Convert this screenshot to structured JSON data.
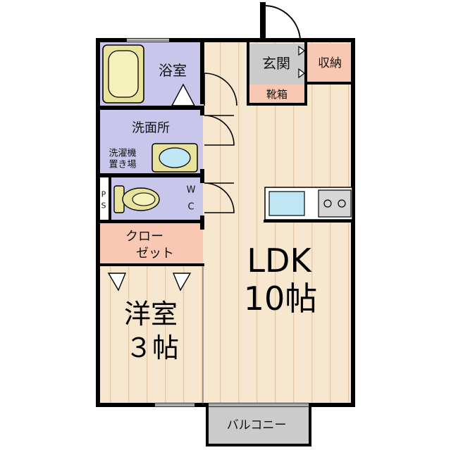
{
  "colors": {
    "wall": "#000000",
    "floor_wood": "#f7e7cf",
    "floor_stripe": "#e4c9a6",
    "wet_area": "#c9c6ec",
    "closet": "#f8c8b4",
    "entrance": "#cbcbcb",
    "balcony": "#cbcbcb",
    "fixture": "#e8e29a",
    "fixture_inner": "#f4f1ba",
    "sink": "#bfe6f5",
    "stove": "#d6d6d6"
  },
  "rooms": {
    "bath": "浴室",
    "entrance": "玄関",
    "storage": "収納",
    "shoe_box": "靴箱",
    "washroom": "洗面所",
    "washer_line1": "洗濯機",
    "washer_line2": "置き場",
    "ps_p": "P",
    "ps_s": "S",
    "wc_w": "W",
    "wc_c": "C",
    "closet_line1": "クロー",
    "closet_line2": "ゼット",
    "ldk_line1": "LDK",
    "ldk_line2": "10帖",
    "western_line1": "洋室",
    "western_line2": "３帖",
    "balcony": "バルコニー"
  }
}
